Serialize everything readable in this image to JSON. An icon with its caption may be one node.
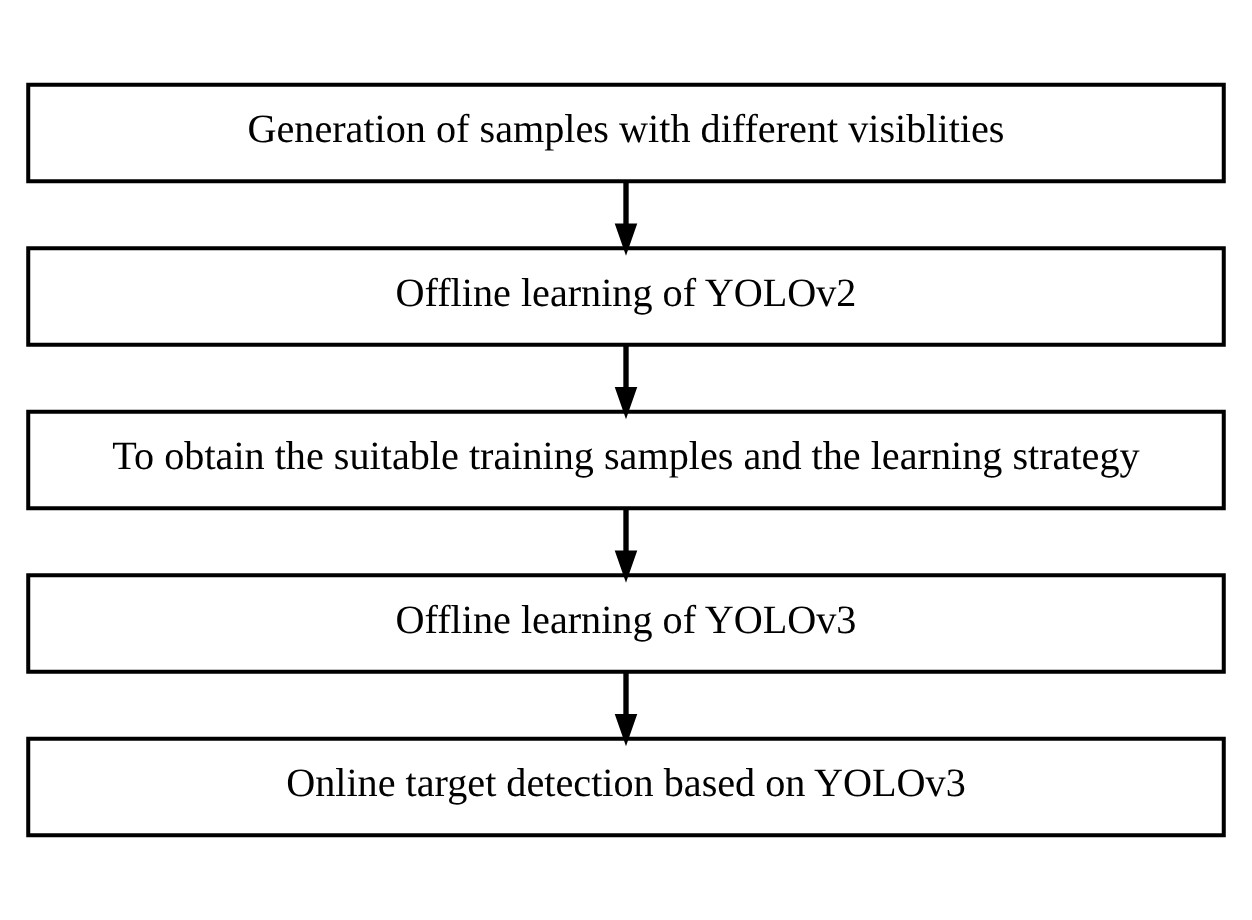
{
  "diagram": {
    "nodes": [
      {
        "text": [
          "Generation of samples with different visiblities"
        ]
      },
      {
        "text": [
          "Offline learning of YOLOv2"
        ]
      },
      {
        "text": [
          "To obtain the suitable training samples and the learning strategy"
        ]
      },
      {
        "text": [
          "Offline learning of YOLOv3"
        ]
      },
      {
        "text": [
          "Online target detection based on YOLOv3"
        ]
      }
    ],
    "edges": [
      {
        "from": 0,
        "to": 1,
        "arrow": "to"
      },
      {
        "from": 1,
        "to": 2,
        "arrow": "to"
      },
      {
        "from": 2,
        "to": 3,
        "arrow": "to"
      },
      {
        "from": 3,
        "to": 4,
        "arrow": "to"
      }
    ]
  }
}
